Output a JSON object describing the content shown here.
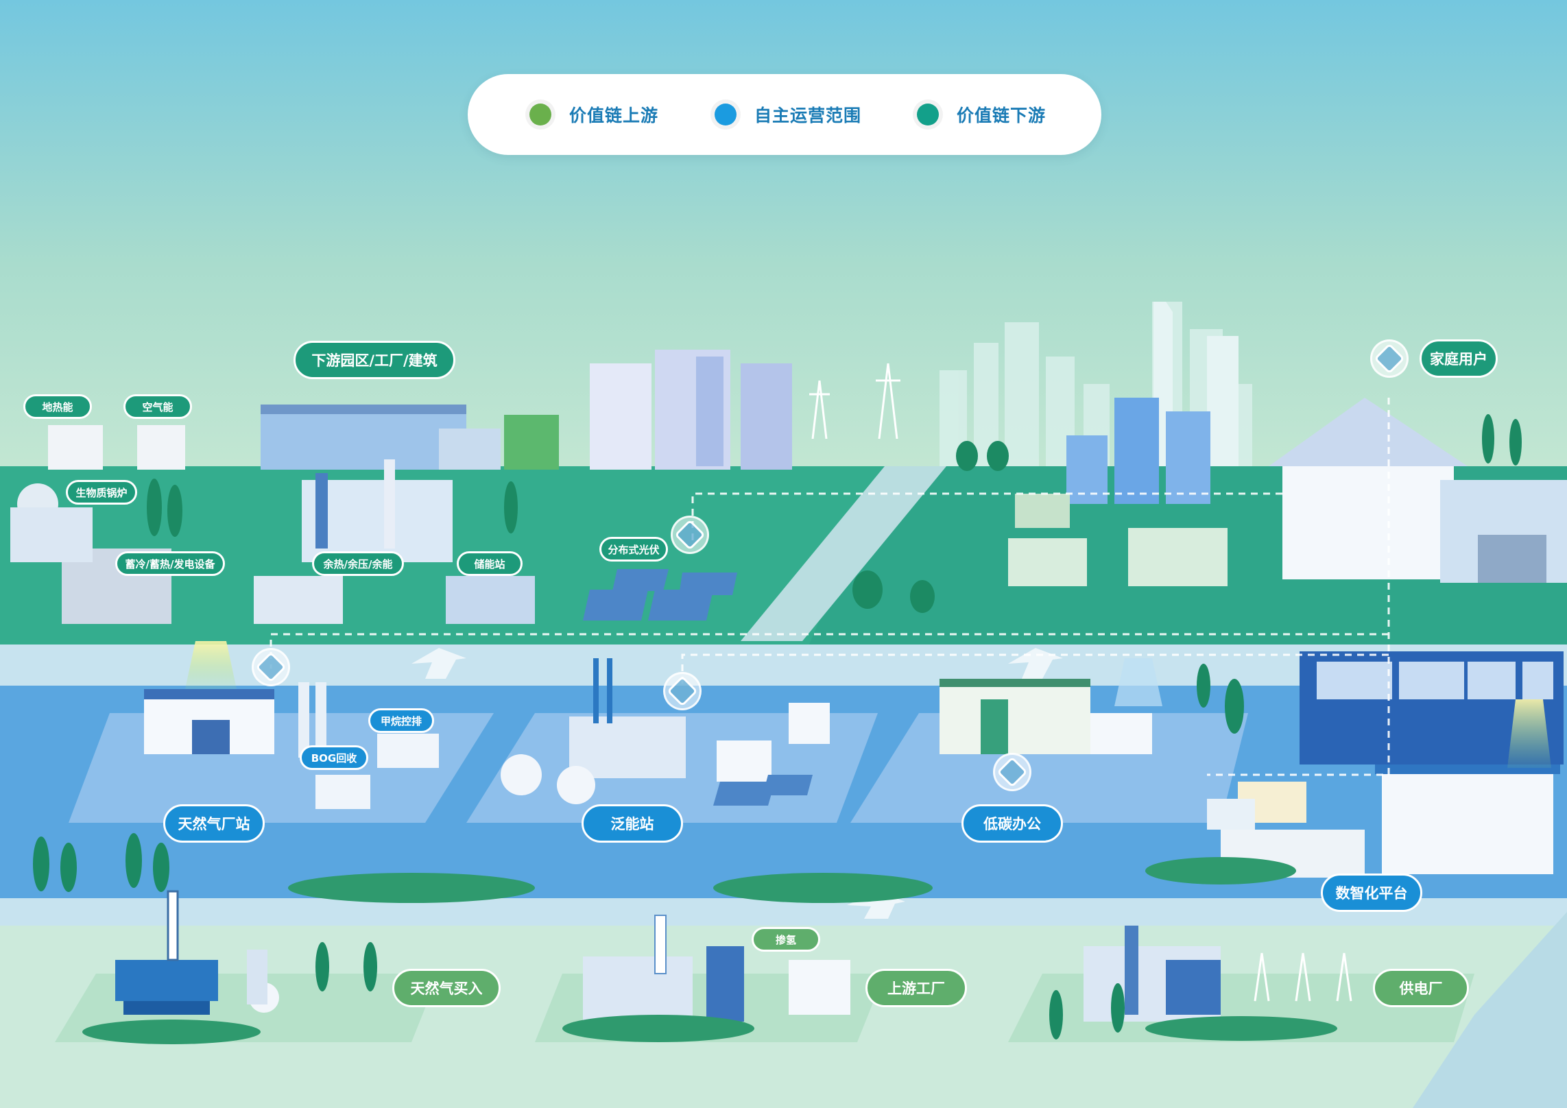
{
  "legend": [
    {
      "label": "价值链上游",
      "color": "#6ab04c"
    },
    {
      "label": "自主运营范围",
      "color": "#1b9be0"
    },
    {
      "label": "价值链下游",
      "color": "#13a08a"
    }
  ],
  "downstream_labels": {
    "park": "下游园区/工厂/建筑",
    "geothermal": "地热能",
    "air_energy": "空气能",
    "biomass": "生物质锅炉",
    "cold_heat_power": "蓄冷/蓄热/发电设备",
    "waste_heat": "余热/余压/余能",
    "storage": "储能站",
    "solar": "分布式光伏",
    "household": "家庭用户"
  },
  "operation_labels": {
    "lng_plant": "天然气厂站",
    "methane": "甲烷控排",
    "bog": "BOG回收",
    "pan_energy": "泛能站",
    "low_carbon_office": "低碳办公",
    "digital_platform": "数智化平台"
  },
  "upstream_labels": {
    "gas_purchase": "天然气买入",
    "hydrogen": "掺氢",
    "upstream_factory": "上游工厂",
    "power_plant": "供电厂"
  },
  "icons": [
    "flow-node-icon",
    "hexagon-network-icon",
    "globe-network-icon",
    "arrow-up-icon"
  ]
}
